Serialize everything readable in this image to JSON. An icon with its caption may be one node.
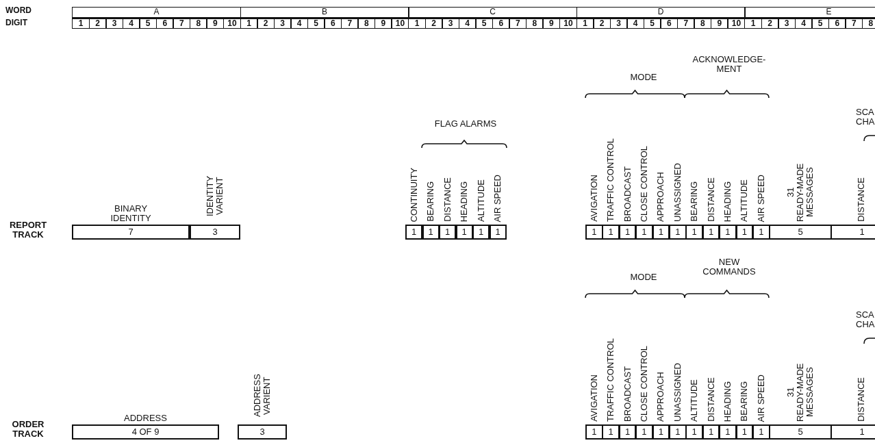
{
  "diagram": {
    "nodes": [
      {
        "text": [
          "BINARY IDENTITY",
          "7"
        ]
      },
      {
        "text": [
          "IDENTITY VARIENT",
          "3"
        ]
      },
      {
        "text": [
          "CONTINUITY",
          "1"
        ]
      },
      {
        "text": [
          "BEARING",
          "1"
        ]
      },
      {
        "text": [
          "DISTANCE",
          "1"
        ]
      },
      {
        "text": [
          "HEADING",
          "1"
        ]
      },
      {
        "text": [
          "ALTITUDE",
          "1"
        ]
      },
      {
        "text": [
          "AIR SPEED",
          "1"
        ]
      },
      {
        "text": [
          "AVIGATION",
          "1"
        ]
      },
      {
        "text": [
          "TRAFFIC CONTROL",
          "1"
        ]
      },
      {
        "text": [
          "BROADCAST",
          "1"
        ]
      },
      {
        "text": [
          "CLOSE CONTROL",
          "1"
        ]
      },
      {
        "text": [
          "APPROACH",
          "1"
        ]
      },
      {
        "text": [
          "UNASSIGNED",
          "1"
        ]
      },
      {
        "text": [
          "BEARING",
          "1"
        ]
      },
      {
        "text": [
          "DISTANCE",
          "1"
        ]
      },
      {
        "text": [
          "HEADING",
          "1"
        ]
      },
      {
        "text": [
          "ALTITUDE",
          "1"
        ]
      },
      {
        "text": [
          "AIR SPEED",
          "1"
        ]
      },
      {
        "text": [
          "31 READY-MADE MESSAGES",
          "5"
        ]
      },
      {
        "text": [
          "DISTANCE",
          "1"
        ]
      },
      {
        "text": [
          "ADDRESS",
          "4 OF 9"
        ]
      },
      {
        "text": [
          "ADDRESS VARIENT",
          "3"
        ]
      },
      {
        "text": [
          "AVIGATION",
          "1"
        ]
      },
      {
        "text": [
          "TRAFFIC CONTROL",
          "1"
        ]
      },
      {
        "text": [
          "BROADCAST",
          "1"
        ]
      },
      {
        "text": [
          "CLOSE CONTROL",
          "1"
        ]
      },
      {
        "text": [
          "APPROACH",
          "1"
        ]
      },
      {
        "text": [
          "UNASSIGNED",
          "1"
        ]
      },
      {
        "text": [
          "ALTITUDE",
          "1"
        ]
      },
      {
        "text": [
          "DISTANCE",
          "1"
        ]
      },
      {
        "text": [
          "HEADING",
          "1"
        ]
      },
      {
        "text": [
          "BEARING",
          "1"
        ]
      },
      {
        "text": [
          "AIR SPEED",
          "1"
        ]
      },
      {
        "text": [
          "31 READY-MADE MESSAGES",
          "5"
        ]
      },
      {
        "text": [
          "DISTANCE",
          "1"
        ]
      }
    ],
    "labels": [
      "WORD",
      "A",
      "B",
      "C",
      "D",
      "E",
      "DIGIT",
      "1",
      "2",
      "3",
      "4",
      "5",
      "6",
      "7",
      "8",
      "9",
      "10",
      "1",
      "2",
      "3",
      "4",
      "5",
      "6",
      "7",
      "8",
      "9",
      "10",
      "1",
      "2",
      "3",
      "4",
      "5",
      "6",
      "7",
      "8",
      "9",
      "10",
      "1",
      "2",
      "3",
      "4",
      "5",
      "6",
      "7",
      "8",
      "9",
      "10",
      "1",
      "2",
      "3",
      "4",
      "5",
      "6",
      "7",
      "8",
      "REPORT TRACK",
      "FLAG ALARMS",
      "MODE",
      "ACKNOWLEDGE- MENT",
      "SCA CHA",
      "ORDER TRACK",
      "MODE",
      "NEW COMMANDS",
      "SCA CHA"
    ]
  }
}
